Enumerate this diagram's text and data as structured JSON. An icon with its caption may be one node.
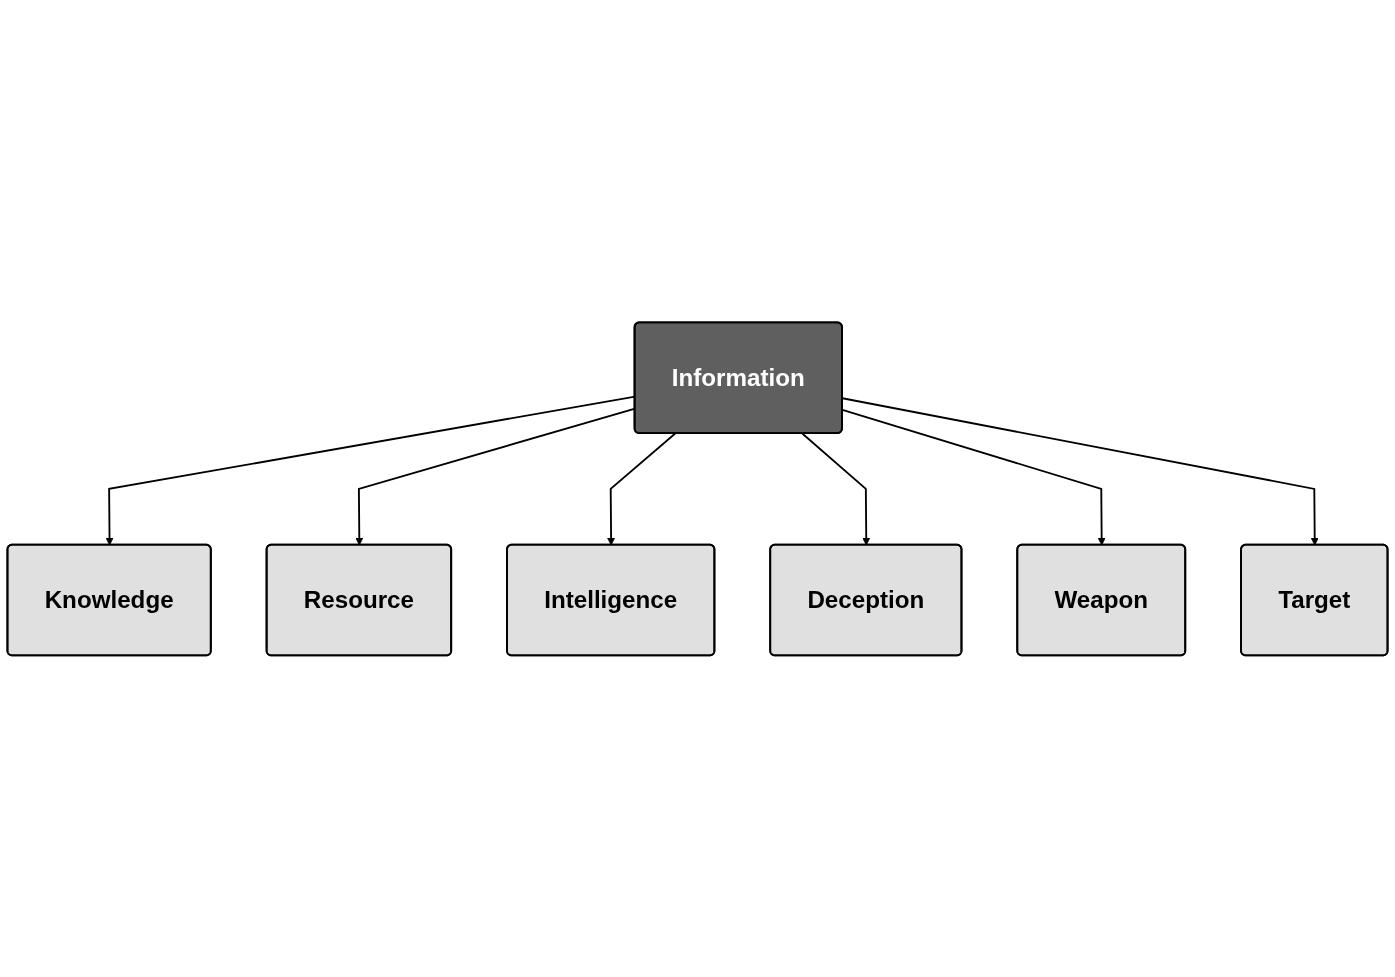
{
  "diagram": {
    "nodes": [
      {
        "text": [
          "Knowledge"
        ]
      },
      {
        "text": [
          "Resource"
        ]
      },
      {
        "text": [
          "Intelligence"
        ]
      },
      {
        "text": [
          "Information"
        ]
      },
      {
        "text": [
          "Deception"
        ]
      },
      {
        "text": [
          "Weapon"
        ]
      },
      {
        "text": [
          "Target"
        ]
      }
    ],
    "edges": [
      {
        "from": 3,
        "to": 0,
        "arrow": "to"
      },
      {
        "from": 3,
        "to": 1,
        "arrow": "to"
      },
      {
        "from": 3,
        "to": 2,
        "arrow": "to"
      },
      {
        "from": 3,
        "to": 4,
        "arrow": "to"
      },
      {
        "from": 3,
        "to": 5,
        "arrow": "to"
      },
      {
        "from": 3,
        "to": 6,
        "arrow": "to"
      }
    ]
  }
}
